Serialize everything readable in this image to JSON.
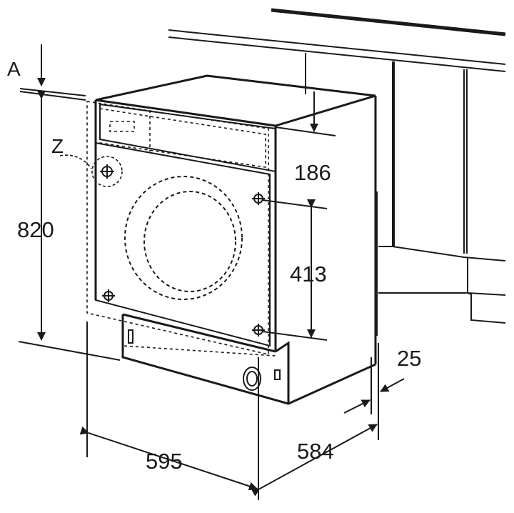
{
  "labels": {
    "corner_marker": "A",
    "fixing_marker": "Z"
  },
  "dimensions": {
    "height": "820",
    "width": "595",
    "depth": "584",
    "panel_height": "186",
    "hinge_spacing": "413",
    "plinth_recess": "25"
  },
  "colors": {
    "line": "#1a1a1a",
    "background": "#ffffff"
  }
}
